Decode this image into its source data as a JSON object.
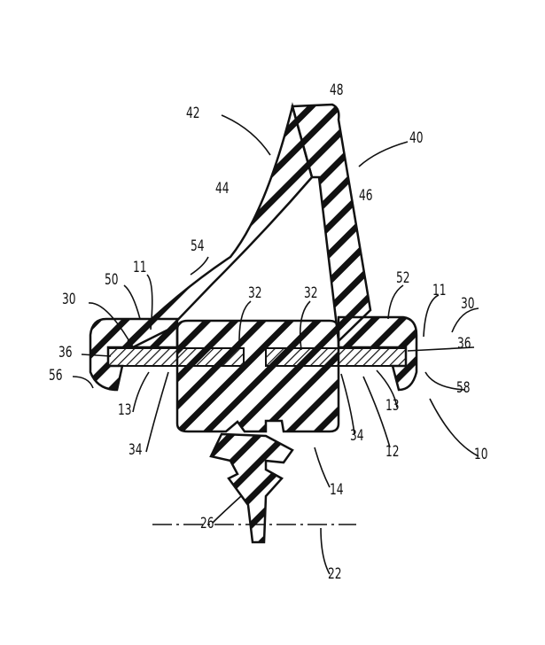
{
  "figure": {
    "labels": {
      "l48": "48",
      "l42": "42",
      "l40": "40",
      "l44": "44",
      "l46": "46",
      "l54": "54",
      "l11a": "11",
      "l50": "50",
      "l30a": "30",
      "l32a": "32",
      "l32b": "32",
      "l52": "52",
      "l11b": "11",
      "l30b": "30",
      "l36a": "36",
      "l36b": "36",
      "l56": "56",
      "l13a": "13",
      "l34a": "34",
      "l34b": "34",
      "l12": "12",
      "l13b": "13",
      "l58": "58",
      "l10": "10",
      "l14": "14",
      "l26": "26",
      "l22": "22"
    }
  }
}
